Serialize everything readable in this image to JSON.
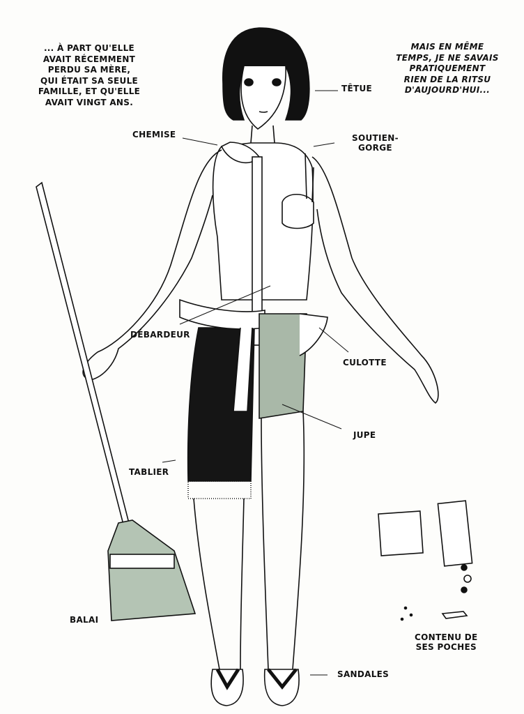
{
  "narration_left": [
    "... À PART QU'ELLE",
    "AVAIT RÉCEMMENT",
    "PERDU SA MÈRE,",
    "QUI ÉTAIT SA SEULE",
    "FAMILLE, ET QU'ELLE",
    "AVAIT VINGT ANS."
  ],
  "narration_right": [
    "MAIS EN MÊME",
    "TEMPS, JE NE SAVAIS",
    "PRATIQUEMENT",
    "RIEN DE LA RITSU",
    "D'AUJOURD'HUI..."
  ],
  "labels": {
    "tetue": "TÊTUE",
    "chemise": "CHEMISE",
    "soutien_gorge_1": "SOUTIEN-",
    "soutien_gorge_2": "GORGE",
    "debardeur": "DÉBARDEUR",
    "culotte": "CULOTTE",
    "jupe": "JUPE",
    "tablier": "TABLIER",
    "balai": "BALAI",
    "poches_1": "CONTENU DE",
    "poches_2": "SES POCHES",
    "sandales": "SANDALES"
  },
  "colors": {
    "ink": "#111111",
    "skirt": "#a9b8a8",
    "broom": "#b4c4b4",
    "apron": "#151515"
  }
}
